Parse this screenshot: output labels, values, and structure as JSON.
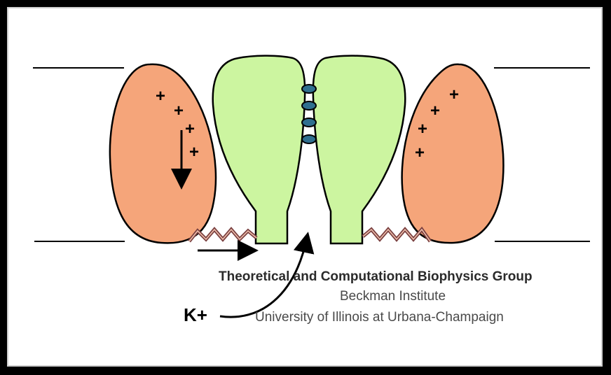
{
  "credits": {
    "group": "Theoretical and Computational Biophysics Group",
    "institute": "Beckman Institute",
    "university": "University of Illinois at Urbana-Champaign"
  },
  "ion_label": "K+",
  "plus_sign": "+",
  "colors": {
    "voltage_sensor": "#f5a57a",
    "pore_domain": "#ccf5a0",
    "outline": "#000000",
    "filter_ring": "#2f6f8f"
  }
}
